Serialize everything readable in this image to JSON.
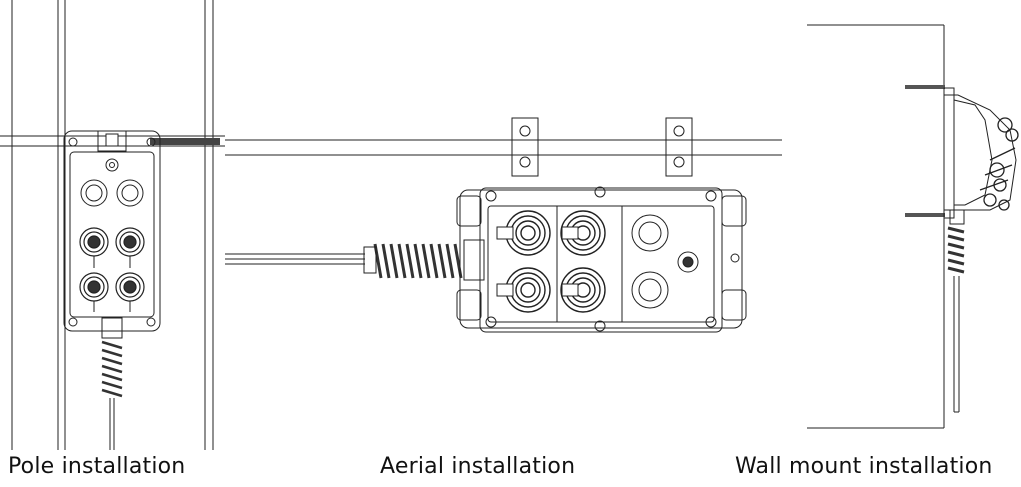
{
  "captions": {
    "pole": "Pole installation",
    "aerial": "Aerial installation",
    "wall": "Wall mount installation"
  },
  "colors": {
    "line": "#222222",
    "stroke_light": "#555555",
    "background": "#ffffff"
  }
}
